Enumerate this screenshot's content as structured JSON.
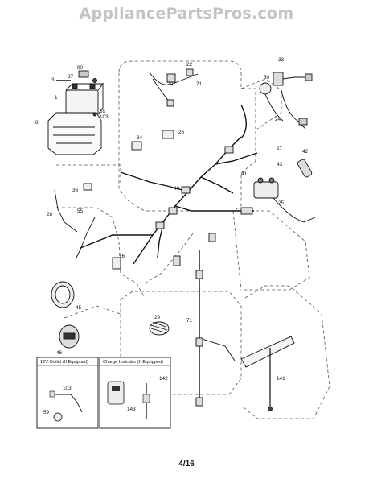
{
  "watermark": "AppliancePartsPros.com",
  "page_number": "4/16",
  "insets": {
    "outlet_title": "12V Outlet (If Equipped)",
    "charge_title": "Charge Indicator (If Equipped)"
  },
  "part_labels": [
    {
      "id": "p90",
      "text": "90"
    },
    {
      "id": "p3",
      "text": "3"
    },
    {
      "id": "p37",
      "text": "37"
    },
    {
      "id": "p1",
      "text": "1"
    },
    {
      "id": "p59",
      "text": "59"
    },
    {
      "id": "p103",
      "text": "103"
    },
    {
      "id": "p8",
      "text": "8"
    },
    {
      "id": "p22",
      "text": "22"
    },
    {
      "id": "p20",
      "text": "20"
    },
    {
      "id": "p21",
      "text": "21"
    },
    {
      "id": "p33",
      "text": "33"
    },
    {
      "id": "p30",
      "text": "30"
    },
    {
      "id": "p24",
      "text": "24"
    },
    {
      "id": "p26",
      "text": "26"
    },
    {
      "id": "p34",
      "text": "34"
    },
    {
      "id": "p27",
      "text": "27"
    },
    {
      "id": "p42",
      "text": "42"
    },
    {
      "id": "p41",
      "text": "41"
    },
    {
      "id": "p43",
      "text": "43"
    },
    {
      "id": "p36",
      "text": "36"
    },
    {
      "id": "p40",
      "text": "40"
    },
    {
      "id": "p25",
      "text": "25"
    },
    {
      "id": "p28",
      "text": "28"
    },
    {
      "id": "p55",
      "text": "55"
    },
    {
      "id": "p16",
      "text": "16"
    },
    {
      "id": "p45",
      "text": "45"
    },
    {
      "id": "p29",
      "text": "29"
    },
    {
      "id": "p71",
      "text": "71"
    },
    {
      "id": "p46",
      "text": "46"
    },
    {
      "id": "p141",
      "text": "141"
    },
    {
      "id": "p142",
      "text": "142"
    },
    {
      "id": "p143",
      "text": "143"
    },
    {
      "id": "i103",
      "text": "103"
    },
    {
      "id": "i59",
      "text": "59"
    }
  ]
}
